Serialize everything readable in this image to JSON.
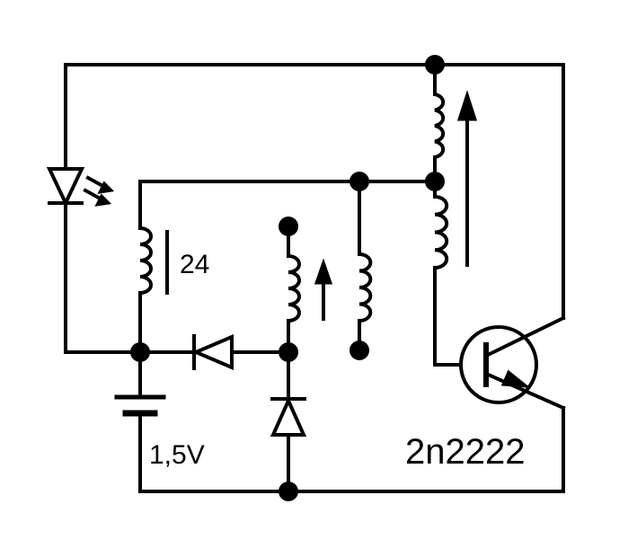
{
  "labels": {
    "coil_turns": "24",
    "battery_voltage": "1,5V",
    "transistor_model": "2n2222"
  },
  "components": {
    "led": "led-icon",
    "battery": "battery-icon",
    "transistor": "npn-transistor-icon",
    "diodes": [
      "diode-icon",
      "diode-icon"
    ],
    "inductors": [
      "inductor-icon",
      "inductor-icon",
      "inductor-icon",
      "inductor-icon",
      "inductor-icon"
    ]
  },
  "colors": {
    "ink": "#000000",
    "background": "#ffffff"
  }
}
